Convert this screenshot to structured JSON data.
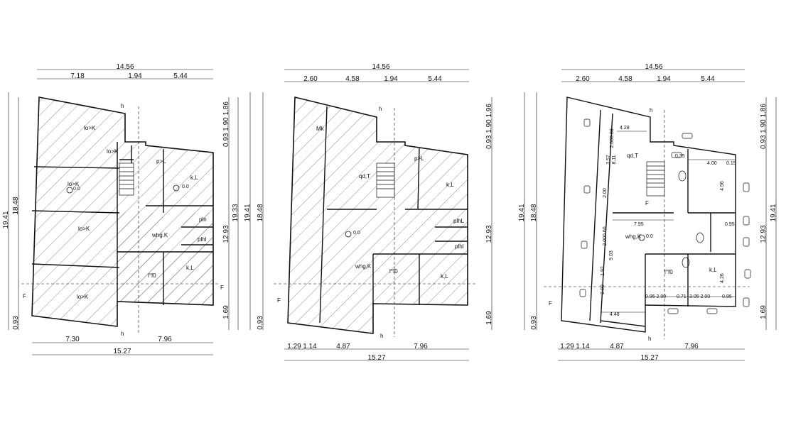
{
  "plans": [
    {
      "id": "plan-1",
      "top_total": "14.56",
      "top_dims": [
        "7.18",
        "1.94",
        "5.44"
      ],
      "bottom_dims": [
        "7.30",
        "7.96"
      ],
      "bottom_total": "15.27",
      "left_outer": "19.41",
      "left_inner": "18.48",
      "left_bottom": "0.93",
      "right_top": "0.93 1.90  1.86",
      "right_mid": "12.93",
      "right_outer": "19.33",
      "right_bottom": "1.69",
      "rooms": [
        "lo>K",
        "lo>K",
        "lo>K",
        "lo>K",
        "lo>K",
        "p>L",
        "k,L",
        "pln",
        "plhl",
        "whg.K",
        "l°f0",
        "k,L"
      ],
      "marks": [
        "h",
        "h",
        "F",
        "F",
        "0.0",
        "0.0"
      ]
    },
    {
      "id": "plan-2",
      "top_total": "14.56",
      "top_dims": [
        "2.60",
        "4.58",
        "1.94",
        "5.44"
      ],
      "bottom_dims": [
        "1.29",
        "1.14",
        "4.87",
        "7.96"
      ],
      "bottom_total": "15.27",
      "left_outer": "19.41",
      "left_inner": "18.48",
      "left_bottom": "0.93",
      "right_top": "0.93 1.90  1.96",
      "right_mid": "12.93",
      "right_bottom": "1.69",
      "rooms": [
        "Mk",
        "qd,T",
        "p>L",
        "k,L",
        "plhL",
        "plhl",
        "whg,K",
        "l°f0",
        "k,L"
      ],
      "marks": [
        "h",
        "h",
        "F",
        "0.0"
      ]
    },
    {
      "id": "plan-3",
      "top_total": "14.56",
      "top_dims": [
        "2.60",
        "4.58",
        "1.94",
        "5.44"
      ],
      "bottom_dims": [
        "1.29",
        "1.14",
        "4.87",
        "7.96"
      ],
      "bottom_total": "15.27",
      "left_outer": "19.41",
      "left_inner": "18.48",
      "left_bottom": "0.93",
      "right_top": "0.93 1.90  1.86",
      "right_mid": "12.93",
      "right_outer": "19.41",
      "right_bottom": "1.69",
      "rooms": [
        "qd,T",
        "whg,K",
        "l°f0",
        "k,L"
      ],
      "marks": [
        "h",
        "h",
        "F",
        "F",
        "0.0"
      ],
      "inner_dims": [
        "4.28",
        "2.000.80",
        "3.57",
        "8.11",
        "2.00",
        "0.35",
        "4.00",
        "0.15",
        "4.56",
        "7.95",
        "2.000.60",
        "1.92",
        "9.03",
        "2.00",
        "4.48",
        "4.26",
        "0.95 2.00",
        "0.71",
        "3.05 2.00",
        "0.95",
        "0.95"
      ]
    }
  ],
  "colors": {
    "line": "#111111",
    "hatch": "#333333",
    "background": "#ffffff"
  }
}
